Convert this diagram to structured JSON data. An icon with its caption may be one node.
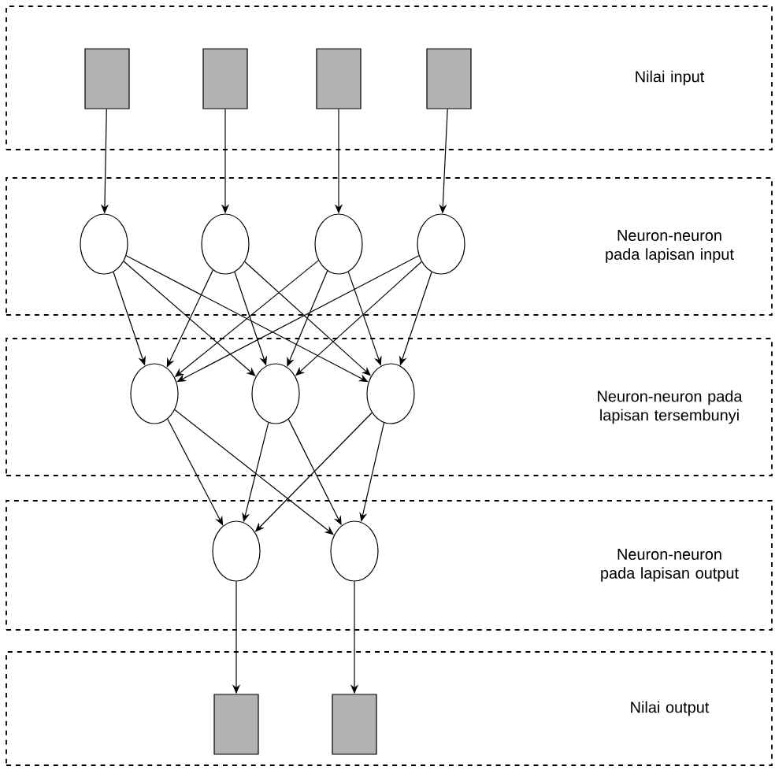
{
  "diagram": {
    "nodes": [
      {
        "text": [
          "Nilai input"
        ]
      },
      {
        "text": [],
        "shape": "box",
        "in": 0
      },
      {
        "text": [],
        "shape": "box",
        "in": 0
      },
      {
        "text": [],
        "shape": "box",
        "in": 0
      },
      {
        "text": [],
        "shape": "box",
        "in": 0
      },
      {
        "text": [
          "Neuron-neuron pada lapisan input"
        ]
      },
      {
        "text": [],
        "shape": "circle",
        "in": 5
      },
      {
        "text": [],
        "shape": "circle",
        "in": 5
      },
      {
        "text": [],
        "shape": "circle",
        "in": 5
      },
      {
        "text": [],
        "shape": "circle",
        "in": 5
      },
      {
        "text": [
          "Neuron-neuron pada lapisan tersembunyi"
        ]
      },
      {
        "text": [],
        "shape": "circle",
        "in": 10
      },
      {
        "text": [],
        "shape": "circle",
        "in": 10
      },
      {
        "text": [],
        "shape": "circle",
        "in": 10
      },
      {
        "text": [
          "Neuron-neuron pada lapisan output"
        ]
      },
      {
        "text": [],
        "shape": "circle",
        "in": 14
      },
      {
        "text": [],
        "shape": "circle",
        "in": 14
      },
      {
        "text": [
          "Nilai output"
        ]
      },
      {
        "text": [],
        "shape": "box",
        "in": 17
      },
      {
        "text": [],
        "shape": "box",
        "in": 17
      }
    ],
    "edges": [
      {
        "from": 1,
        "to": 6,
        "arrow": "to"
      },
      {
        "from": 2,
        "to": 7,
        "arrow": "to"
      },
      {
        "from": 3,
        "to": 8,
        "arrow": "to"
      },
      {
        "from": 4,
        "to": 9,
        "arrow": "to"
      },
      {
        "from": 6,
        "to": 11,
        "arrow": "to"
      },
      {
        "from": 6,
        "to": 12,
        "arrow": "to"
      },
      {
        "from": 6,
        "to": 13,
        "arrow": "to"
      },
      {
        "from": 7,
        "to": 11,
        "arrow": "to"
      },
      {
        "from": 7,
        "to": 12,
        "arrow": "to"
      },
      {
        "from": 7,
        "to": 13,
        "arrow": "to"
      },
      {
        "from": 8,
        "to": 11,
        "arrow": "to"
      },
      {
        "from": 8,
        "to": 12,
        "arrow": "to"
      },
      {
        "from": 8,
        "to": 13,
        "arrow": "to"
      },
      {
        "from": 9,
        "to": 11,
        "arrow": "to"
      },
      {
        "from": 9,
        "to": 12,
        "arrow": "to"
      },
      {
        "from": 9,
        "to": 13,
        "arrow": "to"
      },
      {
        "from": 11,
        "to": 15,
        "arrow": "to"
      },
      {
        "from": 11,
        "to": 16,
        "arrow": "to"
      },
      {
        "from": 12,
        "to": 15,
        "arrow": "to"
      },
      {
        "from": 12,
        "to": 16,
        "arrow": "to"
      },
      {
        "from": 13,
        "to": 15,
        "arrow": "to"
      },
      {
        "from": 13,
        "to": 16,
        "arrow": "to"
      },
      {
        "from": 15,
        "to": 18,
        "arrow": "to"
      },
      {
        "from": 16,
        "to": 19,
        "arrow": "to"
      }
    ]
  }
}
